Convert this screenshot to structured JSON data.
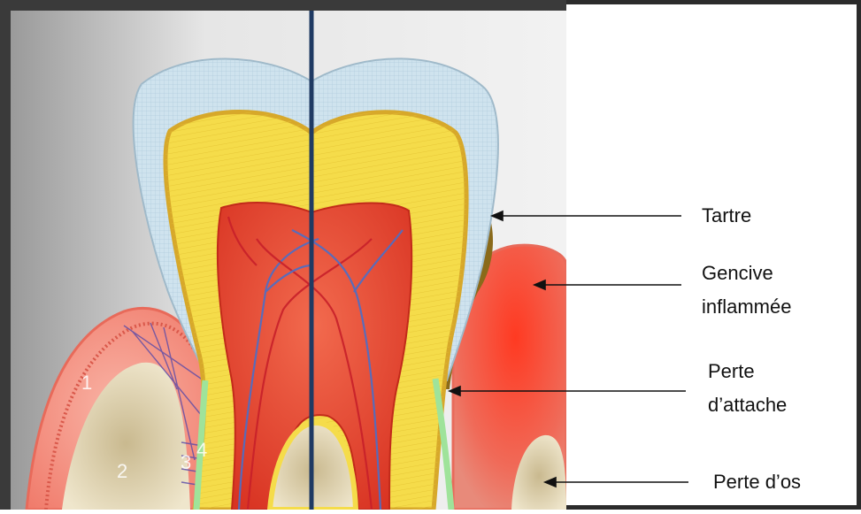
{
  "labels": {
    "tartre": "Tartre",
    "gencive_1": "Gencive",
    "gencive_2": "inflammée",
    "attache_1": "Perte",
    "attache_2": "d’attache",
    "os": "Perte d’os"
  },
  "numbers": {
    "n1": "1",
    "n2": "2",
    "n3": "3",
    "n4": "4"
  },
  "colors": {
    "enamel": "#cfe3ee",
    "dentin": "#f5dc4a",
    "pulp": "#e8442e",
    "gum": "#f07a6a",
    "bone": "#e6dcc0",
    "divider": "#1f3a63",
    "ligament": "#9fe39a"
  }
}
